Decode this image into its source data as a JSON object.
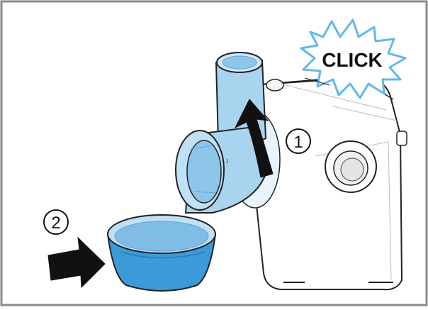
{
  "labels": {
    "click": "CLICK",
    "step1": "1",
    "step2": "2"
  },
  "colors": {
    "frame": "#8a8a8a",
    "part_blue": "#a9d4ef",
    "part_blue_dark": "#5fa6d6",
    "bowl_blue": "#3b9ad8",
    "body_fill": "#ffffff",
    "outline": "#222222",
    "arrow": "#111111",
    "burst": "#62b8ea"
  },
  "icons": {
    "rotate_arrow": "curved-arrow-up",
    "push_arrow": "right-arrow"
  }
}
